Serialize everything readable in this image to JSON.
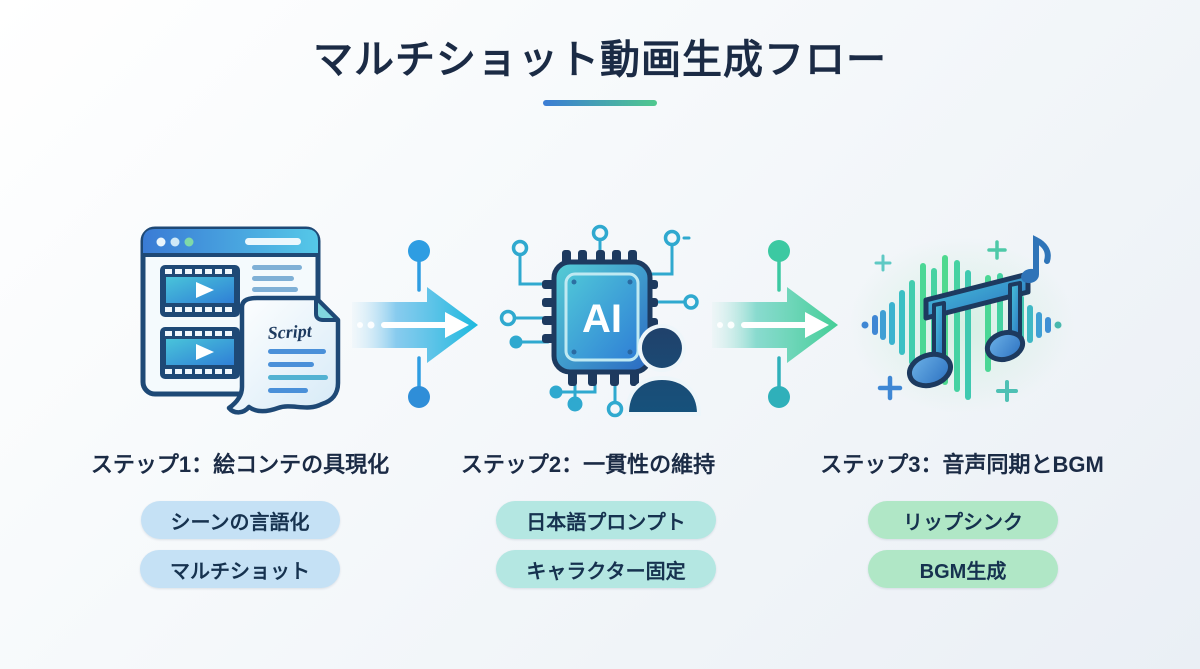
{
  "title": "マルチショット動画生成フロー",
  "steps": [
    {
      "label": "ステップ1：絵コンテの具現化",
      "tags": [
        "シーンの言語化",
        "マルチショット"
      ],
      "tag_color": "#c5e1f5",
      "illustration": "storyboard-browser-and-script"
    },
    {
      "label": "ステップ2：一貫性の維持",
      "tags": [
        "日本語プロンプト",
        "キャラクター固定"
      ],
      "tag_color": "#b4e7e2",
      "illustration": "ai-chip-and-person"
    },
    {
      "label": "ステップ3：音声同期とBGM",
      "tags": [
        "リップシンク",
        "BGM生成"
      ],
      "tag_color": "#b0e7c6",
      "illustration": "music-note-and-waveform"
    }
  ],
  "illustration_text": {
    "script_label": "Script",
    "ai_label": "AI"
  },
  "colors": {
    "title_text": "#1b2b45",
    "underline_gradient": [
      "#3b7cd5",
      "#50c98e"
    ],
    "arrow1_gradient": [
      "#a5d8f0",
      "#1fb9dd"
    ],
    "arrow2_gradient": [
      "#8fdcd4",
      "#44ce96"
    ],
    "background_gradient": [
      "#ffffff",
      "#eaeff5"
    ]
  }
}
